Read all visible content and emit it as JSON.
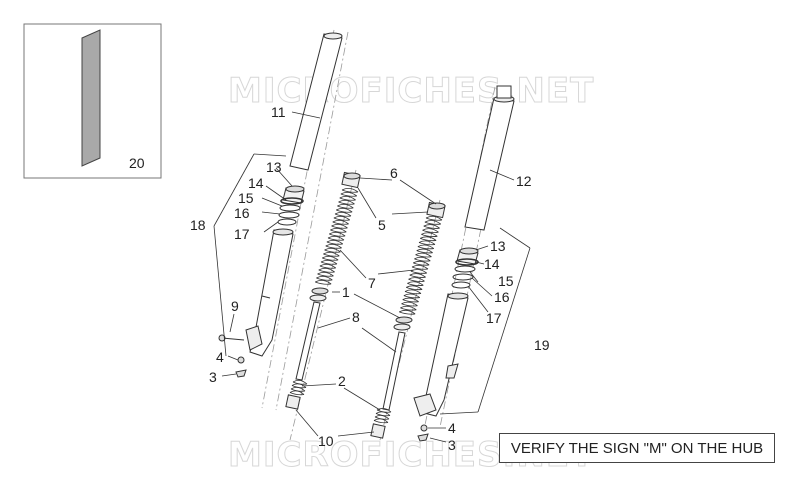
{
  "watermark": "MICROFICHES.NET",
  "note": "VERIFY THE SIGN \"M\" ON THE HUB",
  "callouts": {
    "c1": "1",
    "c2": "2",
    "c3a": "3",
    "c3b": "3",
    "c4a": "4",
    "c4b": "4",
    "c5": "5",
    "c6": "6",
    "c7": "7",
    "c8": "8",
    "c9": "9",
    "c10": "10",
    "c11": "11",
    "c12": "12",
    "c13a": "13",
    "c13b": "13",
    "c14a": "14",
    "c14b": "14",
    "c15a": "15",
    "c15b": "15",
    "c16a": "16",
    "c16b": "16",
    "c17a": "17",
    "c17b": "17",
    "c18": "18",
    "c19": "19",
    "c20": "20"
  }
}
